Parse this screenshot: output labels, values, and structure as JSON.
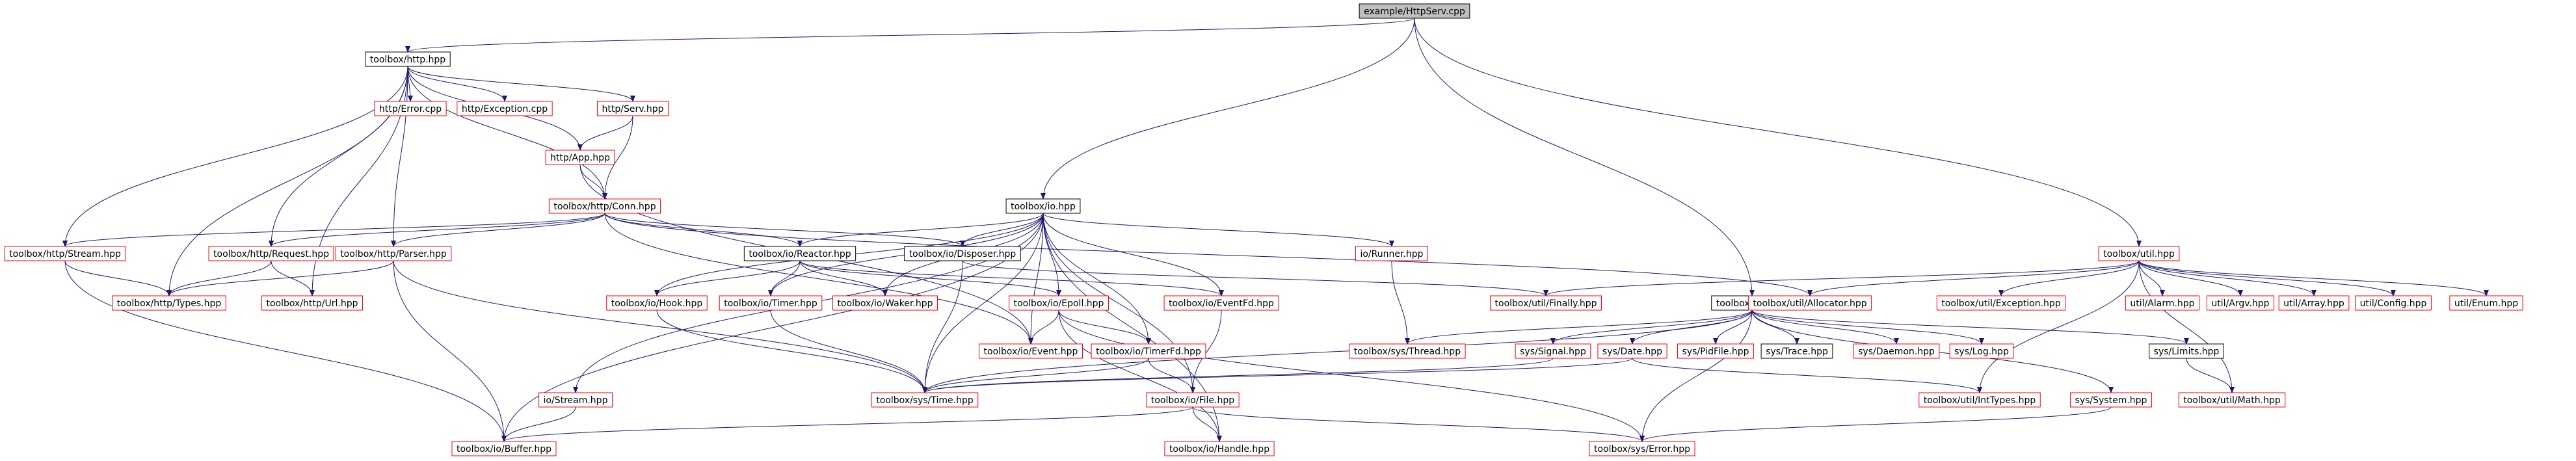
{
  "colors": {
    "edge": "#191970",
    "border_documented": "#000000",
    "border_undocumented": "#ff0000",
    "root_fill": "#bfbfbf",
    "node_fill": "#ffffff",
    "text": "#000000"
  },
  "nodes": {
    "root": {
      "label": "example/HttpServ.cpp",
      "kind": "root"
    },
    "http_hpp": {
      "label": "toolbox/http.hpp",
      "kind": "documented"
    },
    "io_hpp": {
      "label": "toolbox/io.hpp",
      "kind": "documented"
    },
    "util_hpp": {
      "label": "toolbox/util.hpp",
      "kind": "undocumented"
    },
    "sys_hpp": {
      "label": "toolbox/sys.hpp",
      "kind": "documented"
    },
    "http_error_cpp": {
      "label": "http/Error.cpp",
      "kind": "undocumented"
    },
    "http_exception_cpp": {
      "label": "http/Exception.cpp",
      "kind": "undocumented"
    },
    "http_serv_hpp": {
      "label": "http/Serv.hpp",
      "kind": "undocumented"
    },
    "http_app_hpp": {
      "label": "http/App.hpp",
      "kind": "undocumented"
    },
    "http_conn_hpp": {
      "label": "toolbox/http/Conn.hpp",
      "kind": "undocumented"
    },
    "http_stream_hpp": {
      "label": "toolbox/http/Stream.hpp",
      "kind": "undocumented"
    },
    "http_request_hpp": {
      "label": "toolbox/http/Request.hpp",
      "kind": "undocumented"
    },
    "http_parser_hpp": {
      "label": "toolbox/http/Parser.hpp",
      "kind": "undocumented"
    },
    "http_types_hpp": {
      "label": "toolbox/http/Types.hpp",
      "kind": "undocumented"
    },
    "http_url_hpp": {
      "label": "toolbox/http/Url.hpp",
      "kind": "undocumented"
    },
    "io_reactor_hpp": {
      "label": "toolbox/io/Reactor.hpp",
      "kind": "documented"
    },
    "io_disposer_hpp": {
      "label": "toolbox/io/Disposer.hpp",
      "kind": "documented"
    },
    "io_runner_hpp": {
      "label": "io/Runner.hpp",
      "kind": "undocumented"
    },
    "io_hook_hpp": {
      "label": "toolbox/io/Hook.hpp",
      "kind": "undocumented"
    },
    "io_timer_hpp": {
      "label": "toolbox/io/Timer.hpp",
      "kind": "undocumented"
    },
    "io_waker_hpp": {
      "label": "toolbox/io/Waker.hpp",
      "kind": "undocumented"
    },
    "io_epoll_hpp": {
      "label": "toolbox/io/Epoll.hpp",
      "kind": "undocumented"
    },
    "io_eventfd_hpp": {
      "label": "toolbox/io/EventFd.hpp",
      "kind": "undocumented"
    },
    "io_event_hpp": {
      "label": "toolbox/io/Event.hpp",
      "kind": "undocumented"
    },
    "io_timerfd_hpp": {
      "label": "toolbox/io/TimerFd.hpp",
      "kind": "undocumented"
    },
    "io_stream_hpp": {
      "label": "io/Stream.hpp",
      "kind": "undocumented"
    },
    "io_file_hpp": {
      "label": "toolbox/io/File.hpp",
      "kind": "undocumented"
    },
    "io_buffer_hpp": {
      "label": "toolbox/io/Buffer.hpp",
      "kind": "undocumented"
    },
    "io_handle_hpp": {
      "label": "toolbox/io/Handle.hpp",
      "kind": "undocumented"
    },
    "sys_time_hpp": {
      "label": "toolbox/sys/Time.hpp",
      "kind": "undocumented"
    },
    "sys_thread_hpp": {
      "label": "toolbox/sys/Thread.hpp",
      "kind": "undocumented"
    },
    "sys_signal_hpp": {
      "label": "sys/Signal.hpp",
      "kind": "undocumented"
    },
    "sys_date_hpp": {
      "label": "sys/Date.hpp",
      "kind": "undocumented"
    },
    "sys_pidfile_hpp": {
      "label": "sys/PidFile.hpp",
      "kind": "undocumented"
    },
    "sys_trace_hpp": {
      "label": "sys/Trace.hpp",
      "kind": "documented"
    },
    "sys_daemon_hpp": {
      "label": "sys/Daemon.hpp",
      "kind": "undocumented"
    },
    "sys_log_hpp": {
      "label": "sys/Log.hpp",
      "kind": "undocumented"
    },
    "sys_limits_hpp": {
      "label": "sys/Limits.hpp",
      "kind": "documented"
    },
    "sys_system_hpp": {
      "label": "sys/System.hpp",
      "kind": "undocumented"
    },
    "sys_error_hpp": {
      "label": "toolbox/sys/Error.hpp",
      "kind": "undocumented"
    },
    "util_finally_hpp": {
      "label": "toolbox/util/Finally.hpp",
      "kind": "undocumented"
    },
    "util_allocator_hpp": {
      "label": "toolbox/util/Allocator.hpp",
      "kind": "undocumented"
    },
    "util_exception_hpp": {
      "label": "toolbox/util/Exception.hpp",
      "kind": "undocumented"
    },
    "util_alarm_hpp": {
      "label": "util/Alarm.hpp",
      "kind": "undocumented"
    },
    "util_argv_hpp": {
      "label": "util/Argv.hpp",
      "kind": "undocumented"
    },
    "util_array_hpp": {
      "label": "util/Array.hpp",
      "kind": "undocumented"
    },
    "util_config_hpp": {
      "label": "util/Config.hpp",
      "kind": "undocumented"
    },
    "util_enum_hpp": {
      "label": "util/Enum.hpp",
      "kind": "undocumented"
    },
    "util_inttypes_hpp": {
      "label": "toolbox/util/IntTypes.hpp",
      "kind": "undocumented"
    },
    "util_math_hpp": {
      "label": "toolbox/util/Math.hpp",
      "kind": "undocumented"
    }
  },
  "edges": [
    [
      "root",
      "http_hpp"
    ],
    [
      "root",
      "io_hpp"
    ],
    [
      "root",
      "sys_hpp"
    ],
    [
      "root",
      "util_hpp"
    ],
    [
      "http_hpp",
      "http_error_cpp"
    ],
    [
      "http_hpp",
      "http_exception_cpp"
    ],
    [
      "http_hpp",
      "http_serv_hpp"
    ],
    [
      "http_hpp",
      "http_app_hpp"
    ],
    [
      "http_hpp",
      "http_conn_hpp"
    ],
    [
      "http_hpp",
      "http_stream_hpp"
    ],
    [
      "http_hpp",
      "http_request_hpp"
    ],
    [
      "http_hpp",
      "http_parser_hpp"
    ],
    [
      "http_hpp",
      "http_types_hpp"
    ],
    [
      "http_hpp",
      "http_url_hpp"
    ],
    [
      "http_serv_hpp",
      "http_app_hpp"
    ],
    [
      "http_serv_hpp",
      "http_conn_hpp"
    ],
    [
      "http_app_hpp",
      "http_conn_hpp"
    ],
    [
      "http_app_hpp",
      "io_event_hpp"
    ],
    [
      "http_conn_hpp",
      "http_stream_hpp"
    ],
    [
      "http_conn_hpp",
      "http_request_hpp"
    ],
    [
      "http_conn_hpp",
      "http_parser_hpp"
    ],
    [
      "http_conn_hpp",
      "io_reactor_hpp"
    ],
    [
      "http_conn_hpp",
      "io_disposer_hpp"
    ],
    [
      "http_conn_hpp",
      "io_event_hpp"
    ],
    [
      "http_conn_hpp",
      "util_allocator_hpp"
    ],
    [
      "http_stream_hpp",
      "http_types_hpp"
    ],
    [
      "http_stream_hpp",
      "io_buffer_hpp"
    ],
    [
      "http_request_hpp",
      "http_types_hpp"
    ],
    [
      "http_request_hpp",
      "http_url_hpp"
    ],
    [
      "http_parser_hpp",
      "http_types_hpp"
    ],
    [
      "http_parser_hpp",
      "io_buffer_hpp"
    ],
    [
      "http_parser_hpp",
      "sys_time_hpp"
    ],
    [
      "io_hpp",
      "io_reactor_hpp"
    ],
    [
      "io_hpp",
      "io_disposer_hpp"
    ],
    [
      "io_hpp",
      "io_runner_hpp"
    ],
    [
      "io_hpp",
      "io_hook_hpp"
    ],
    [
      "io_hpp",
      "io_timer_hpp"
    ],
    [
      "io_hpp",
      "io_waker_hpp"
    ],
    [
      "io_hpp",
      "io_epoll_hpp"
    ],
    [
      "io_hpp",
      "io_eventfd_hpp"
    ],
    [
      "io_hpp",
      "io_event_hpp"
    ],
    [
      "io_hpp",
      "io_timerfd_hpp"
    ],
    [
      "io_hpp",
      "io_stream_hpp"
    ],
    [
      "io_hpp",
      "io_file_hpp"
    ],
    [
      "io_hpp",
      "io_buffer_hpp"
    ],
    [
      "io_hpp",
      "io_handle_hpp"
    ],
    [
      "io_hpp",
      "sys_time_hpp"
    ],
    [
      "io_reactor_hpp",
      "io_hook_hpp"
    ],
    [
      "io_reactor_hpp",
      "io_timer_hpp"
    ],
    [
      "io_reactor_hpp",
      "io_waker_hpp"
    ],
    [
      "io_reactor_hpp",
      "io_epoll_hpp"
    ],
    [
      "io_reactor_hpp",
      "io_eventfd_hpp"
    ],
    [
      "io_disposer_hpp",
      "sys_time_hpp"
    ],
    [
      "io_disposer_hpp",
      "util_finally_hpp"
    ],
    [
      "io_runner_hpp",
      "sys_thread_hpp"
    ],
    [
      "io_hook_hpp",
      "sys_time_hpp"
    ],
    [
      "io_timer_hpp",
      "sys_time_hpp"
    ],
    [
      "io_epoll_hpp",
      "io_event_hpp"
    ],
    [
      "io_epoll_hpp",
      "io_timerfd_hpp"
    ],
    [
      "io_epoll_hpp",
      "io_handle_hpp"
    ],
    [
      "io_epoll_hpp",
      "sys_error_hpp"
    ],
    [
      "io_eventfd_hpp",
      "io_file_hpp"
    ],
    [
      "io_timerfd_hpp",
      "io_file_hpp"
    ],
    [
      "io_timerfd_hpp",
      "sys_time_hpp"
    ],
    [
      "io_stream_hpp",
      "io_buffer_hpp"
    ],
    [
      "io_file_hpp",
      "io_buffer_hpp"
    ],
    [
      "io_file_hpp",
      "io_handle_hpp"
    ],
    [
      "io_file_hpp",
      "sys_error_hpp"
    ],
    [
      "sys_hpp",
      "sys_thread_hpp"
    ],
    [
      "sys_hpp",
      "sys_signal_hpp"
    ],
    [
      "sys_hpp",
      "sys_date_hpp"
    ],
    [
      "sys_hpp",
      "sys_pidfile_hpp"
    ],
    [
      "sys_hpp",
      "sys_trace_hpp"
    ],
    [
      "sys_hpp",
      "sys_daemon_hpp"
    ],
    [
      "sys_hpp",
      "sys_log_hpp"
    ],
    [
      "sys_hpp",
      "sys_limits_hpp"
    ],
    [
      "sys_hpp",
      "sys_system_hpp"
    ],
    [
      "sys_hpp",
      "sys_error_hpp"
    ],
    [
      "sys_hpp",
      "sys_time_hpp"
    ],
    [
      "sys_signal_hpp",
      "sys_time_hpp"
    ],
    [
      "sys_date_hpp",
      "sys_time_hpp"
    ],
    [
      "sys_date_hpp",
      "util_inttypes_hpp"
    ],
    [
      "sys_limits_hpp",
      "util_math_hpp"
    ],
    [
      "sys_system_hpp",
      "sys_error_hpp"
    ],
    [
      "util_hpp",
      "util_finally_hpp"
    ],
    [
      "util_hpp",
      "util_allocator_hpp"
    ],
    [
      "util_hpp",
      "util_exception_hpp"
    ],
    [
      "util_hpp",
      "util_alarm_hpp"
    ],
    [
      "util_hpp",
      "util_argv_hpp"
    ],
    [
      "util_hpp",
      "util_array_hpp"
    ],
    [
      "util_hpp",
      "util_config_hpp"
    ],
    [
      "util_hpp",
      "util_enum_hpp"
    ],
    [
      "util_hpp",
      "util_inttypes_hpp"
    ],
    [
      "util_hpp",
      "util_math_hpp"
    ]
  ]
}
